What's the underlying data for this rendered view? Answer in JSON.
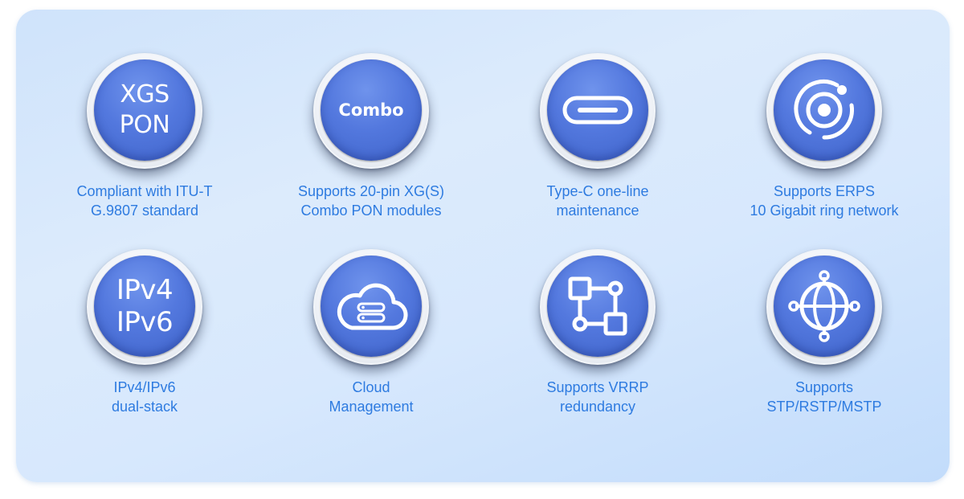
{
  "features": [
    {
      "badge_line1": "XGS",
      "badge_line2": "PON",
      "caption_line1": "Compliant with ITU-T",
      "caption_line2": "G.9807 standard"
    },
    {
      "badge_text": "Combo",
      "caption_line1": "Supports 20-pin XG(S)",
      "caption_line2": "Combo PON modules"
    },
    {
      "icon": "usb-type-c-icon",
      "caption_line1": "Type-C one-line",
      "caption_line2": "maintenance"
    },
    {
      "icon": "ring-network-icon",
      "caption_line1": "Supports ERPS",
      "caption_line2": "10 Gigabit ring network"
    },
    {
      "badge_line1": "IPv4",
      "badge_line2": "IPv6",
      "caption_line1": "IPv4/IPv6",
      "caption_line2": "dual-stack"
    },
    {
      "icon": "cloud-server-icon",
      "caption_line1": "Cloud",
      "caption_line2": "Management"
    },
    {
      "icon": "redundancy-flow-icon",
      "caption_line1": "Supports VRRP",
      "caption_line2": "redundancy"
    },
    {
      "icon": "globe-network-icon",
      "caption_line1": "Supports",
      "caption_line2": "STP/RSTP/MSTP"
    }
  ],
  "colors": {
    "badge_blue": "#5378de",
    "caption_blue": "#2e7be0",
    "panel_light": "#d7e8fd"
  }
}
